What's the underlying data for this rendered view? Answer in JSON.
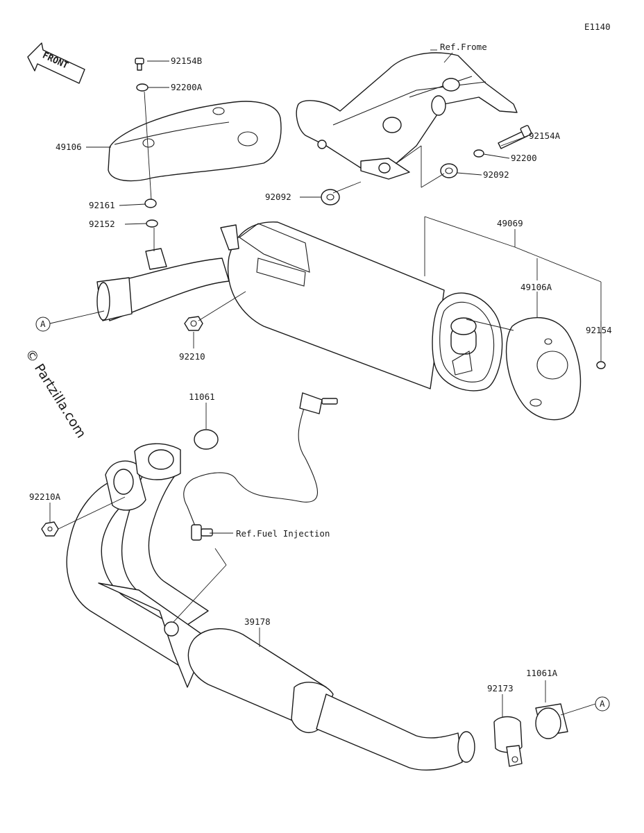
{
  "diagram_code": "E1140",
  "front_label": "FRONT",
  "copyright": "© Partzilla.com",
  "ref_frame": "Ref.Frome",
  "ref_fuel_injection": "Ref.Fuel Injection",
  "callout_a": "A",
  "parts": {
    "p92154B": "92154B",
    "p92200A": "92200A",
    "p49106": "49106",
    "p92161": "92161",
    "p92152": "92152",
    "p92092_left": "92092",
    "p92092_right": "92092",
    "p92154A": "92154A",
    "p92200": "92200",
    "p49069": "49069",
    "p49106A": "49106A",
    "p92154": "92154",
    "p92210": "92210",
    "p11061": "11061",
    "p92210A": "92210A",
    "p39178": "39178",
    "p92173": "92173",
    "p11061A": "11061A"
  }
}
